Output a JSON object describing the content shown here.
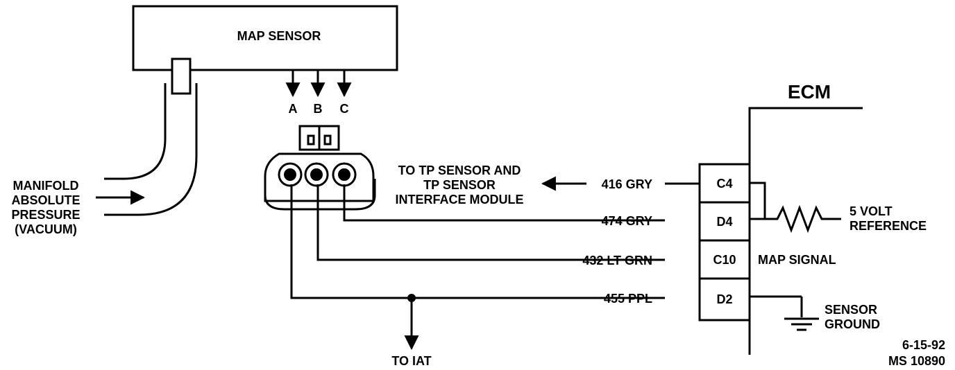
{
  "map_sensor": {
    "title": "MAP SENSOR",
    "pins": [
      "A",
      "B",
      "C"
    ]
  },
  "manifold_label": [
    "MANIFOLD",
    "ABSOLUTE",
    "PRESSURE",
    "(VACUUM)"
  ],
  "tp_label": [
    "TO TP SENSOR AND",
    "TP SENSOR",
    "INTERFACE MODULE"
  ],
  "wires": {
    "w416": "416 GRY",
    "w474": "474 GRY",
    "w432": "432 LT GRN",
    "w455": "455 PPL"
  },
  "ecm": {
    "title": "ECM",
    "terminals": [
      "C4",
      "D4",
      "C10",
      "D2"
    ]
  },
  "ref_label": [
    "5 VOLT",
    "REFERENCE"
  ],
  "map_signal": "MAP SIGNAL",
  "ground_label": [
    "SENSOR",
    "GROUND"
  ],
  "iat_label": "TO IAT",
  "footer": [
    "6-15-92",
    "MS 10890"
  ]
}
